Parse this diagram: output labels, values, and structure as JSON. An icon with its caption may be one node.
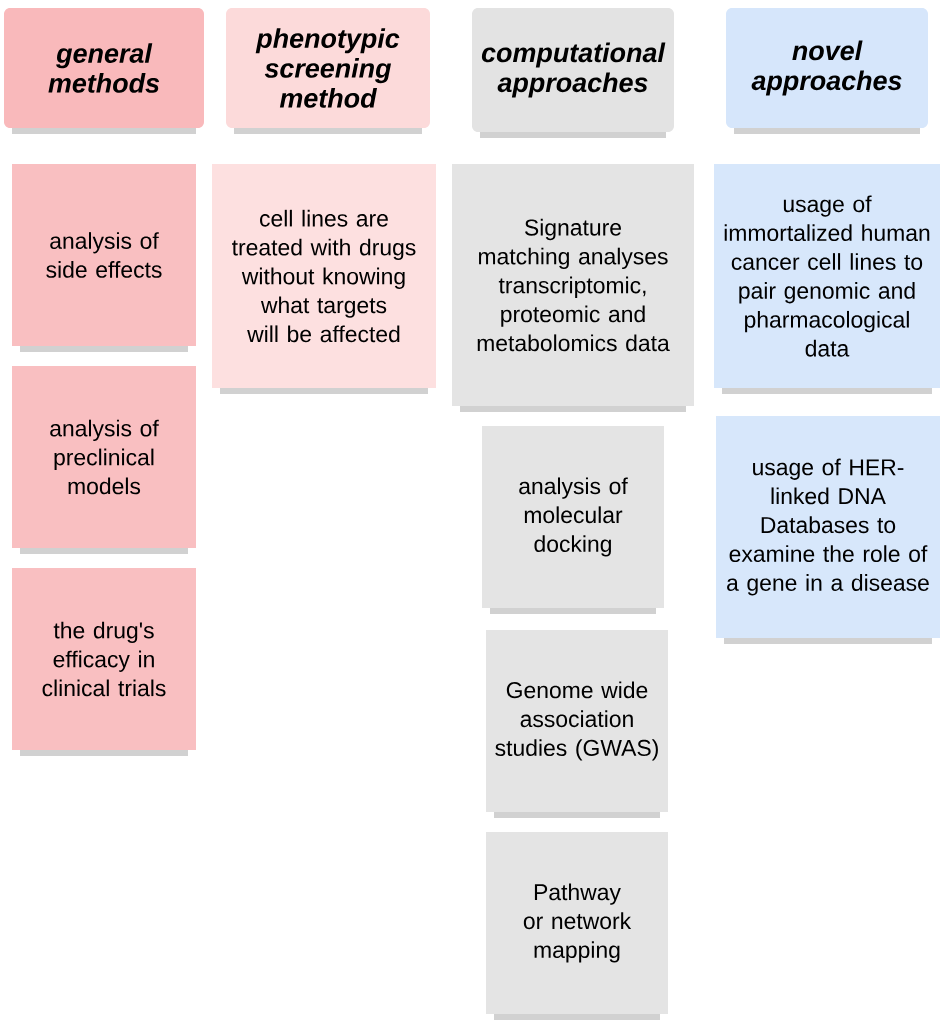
{
  "diagram": {
    "nodes": [
      {
        "text": [
          "general methods"
        ]
      },
      {
        "text": [
          "phenotypic screening method"
        ]
      },
      {
        "text": [
          "computational approaches"
        ]
      },
      {
        "text": [
          "novel approaches"
        ]
      },
      {
        "text": [
          "analysis of side effects"
        ]
      },
      {
        "text": [
          "analysis of preclinical models"
        ]
      },
      {
        "text": [
          "the drug's efficacy in clinical trials"
        ]
      },
      {
        "text": [
          "cell lines are treated with drugs without knowing what targets will be affected"
        ]
      },
      {
        "text": [
          "Signature matching analyses transcriptomic, proteomic and metabolomics data"
        ]
      },
      {
        "text": [
          "analysis of molecular docking"
        ]
      },
      {
        "text": [
          "Genome wide association studies (GWAS)"
        ]
      },
      {
        "text": [
          "Pathway or network mapping"
        ]
      },
      {
        "text": [
          "usage of immortalized human cancer cell lines to pair genomic and pharmacological data"
        ]
      },
      {
        "text": [
          "usage of HER-linked DNA Databases to examine the role of a gene in a disease"
        ]
      }
    ]
  }
}
